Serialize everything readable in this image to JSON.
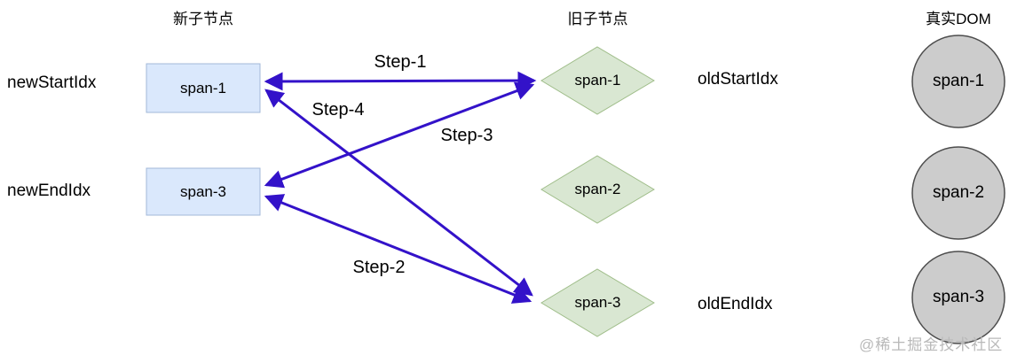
{
  "headers": {
    "new_children": "新子节点",
    "old_children": "旧子节点",
    "real_dom": "真实DOM"
  },
  "pointers": {
    "new_start": "newStartIdx",
    "new_end": "newEndIdx",
    "old_start": "oldStartIdx",
    "old_end": "oldEndIdx"
  },
  "new_nodes": [
    {
      "label": "span-1"
    },
    {
      "label": "span-3"
    }
  ],
  "old_nodes": [
    {
      "label": "span-1"
    },
    {
      "label": "span-2"
    },
    {
      "label": "span-3"
    }
  ],
  "dom_nodes": [
    {
      "label": "span-1"
    },
    {
      "label": "span-2"
    },
    {
      "label": "span-3"
    }
  ],
  "steps": [
    {
      "label": "Step-1"
    },
    {
      "label": "Step-2"
    },
    {
      "label": "Step-3"
    },
    {
      "label": "Step-4"
    }
  ],
  "watermark": "@稀土掘金技术社区",
  "colors": {
    "arrow": "#3312c9",
    "rect_fill": "#dae8fc",
    "rect_stroke": "#a3b8d8",
    "diamond_fill": "#d9e7d2",
    "diamond_stroke": "#9fbd89",
    "circle_fill": "#cccccc",
    "circle_stroke": "#4d4d4d",
    "background": "#ffffff",
    "text": "#000000",
    "watermark_text": "#b9b9b9"
  }
}
